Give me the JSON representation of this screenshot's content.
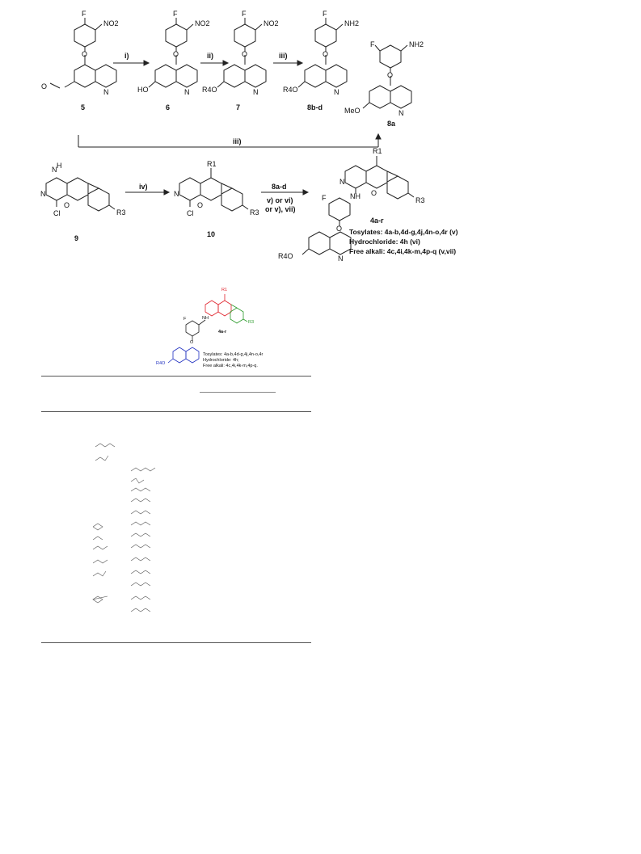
{
  "scheme1": {
    "compounds": [
      {
        "id": "5"
      },
      {
        "id": "6",
        "sub": "HO"
      },
      {
        "id": "7",
        "sub": "R4O"
      },
      {
        "id": "8b-d",
        "sub": "R4O"
      },
      {
        "id": "8a",
        "sub": "MeO"
      }
    ],
    "nitro": "NO2",
    "amine": "NH2",
    "fluoro": "F",
    "oxygen": "O",
    "nitrogen": "N",
    "steps": [
      "i)",
      "ii)",
      "iii)"
    ],
    "bottom_step": "iii)"
  },
  "scheme2": {
    "compound9": "9",
    "compound10": "10",
    "product": "4a-r",
    "step_iv": "iv)",
    "reagent_top": "8a-d",
    "reagent_mid": "v) or vi)",
    "reagent_bottom": "or v), vii)",
    "r1": "R1",
    "r3": "R3",
    "r4o": "R4O",
    "cl": "Cl",
    "nh": "NH",
    "n_h": "N",
    "h": "H",
    "o": "O",
    "f": "F",
    "notes": [
      "Tosylates: 4a-b,4d-g,4j,4n-o,4r (v)",
      "Hydrochloride: 4h (vi)",
      "Free alkali: 4c,4i,4k-m,4p-q (v,vii)"
    ]
  },
  "table_figure": {
    "label": "4a-r",
    "notes": [
      "Tosylates: 4a-b,4d-g,4j,4n-o,4r",
      "Hydrochloride: 4h;",
      "Free alkali: 4c,4i,4k-m,4p-q."
    ],
    "colors": {
      "red": "#e0202a",
      "green": "#2a9a2a",
      "blue": "#2030c0"
    }
  }
}
